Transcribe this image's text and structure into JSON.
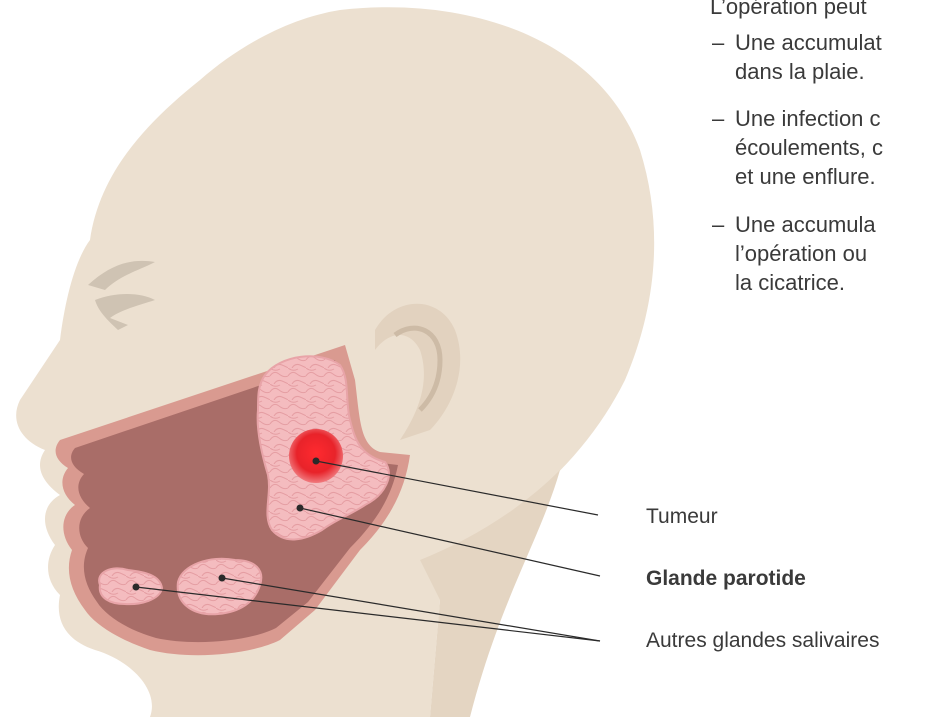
{
  "intro": "L’opération peut",
  "bullets": [
    {
      "dash": "–",
      "lines": [
        "Une accumulat",
        "dans la plaie."
      ]
    },
    {
      "dash": "–",
      "lines": [
        "Une infection c",
        "écoulements, c",
        "et une enflure."
      ]
    },
    {
      "dash": "–",
      "lines": [
        "Une accumula",
        "l’opération ou",
        "la cicatrice."
      ]
    }
  ],
  "labels": {
    "tumeur": "Tumeur",
    "parotide": "Glande parotide",
    "autres": "Autres glandes salivaires"
  },
  "colors": {
    "skin": "#ece0d0",
    "skin_shadow": "#e3d3c0",
    "cut_border": "#c9837a",
    "cut_inner": "#a76a66",
    "gland": "#f2b5b8",
    "tumor": "#e0242b",
    "tumor_core": "#ff3a40",
    "text": "#3a3a3a"
  }
}
